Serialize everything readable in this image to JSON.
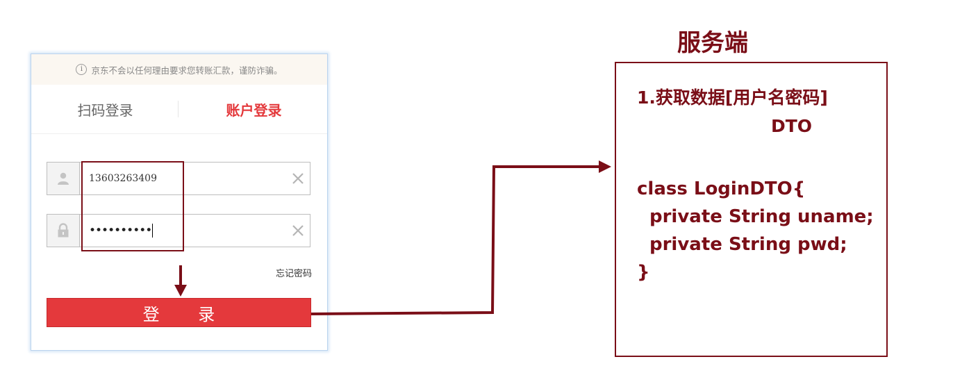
{
  "login": {
    "notice_icon": "i",
    "notice_text": "京东不会以任何理由要求您转账汇款，谨防诈骗。",
    "tabs": {
      "qr": "扫码登录",
      "account": "账户登录"
    },
    "username_value": "13603263409",
    "password_masked": "••••••••••",
    "forgot_password": "忘记密码",
    "login_button": "登  录"
  },
  "server": {
    "title": "服务端",
    "step": "1.获取数据[用户名密码]",
    "dto_label": "DTO",
    "code": [
      "class LoginDTO{",
      "private String uname;",
      "private String pwd;",
      "}"
    ]
  },
  "colors": {
    "accent_red": "#e4393c",
    "annotation_dark_red": "#7a0e17"
  }
}
